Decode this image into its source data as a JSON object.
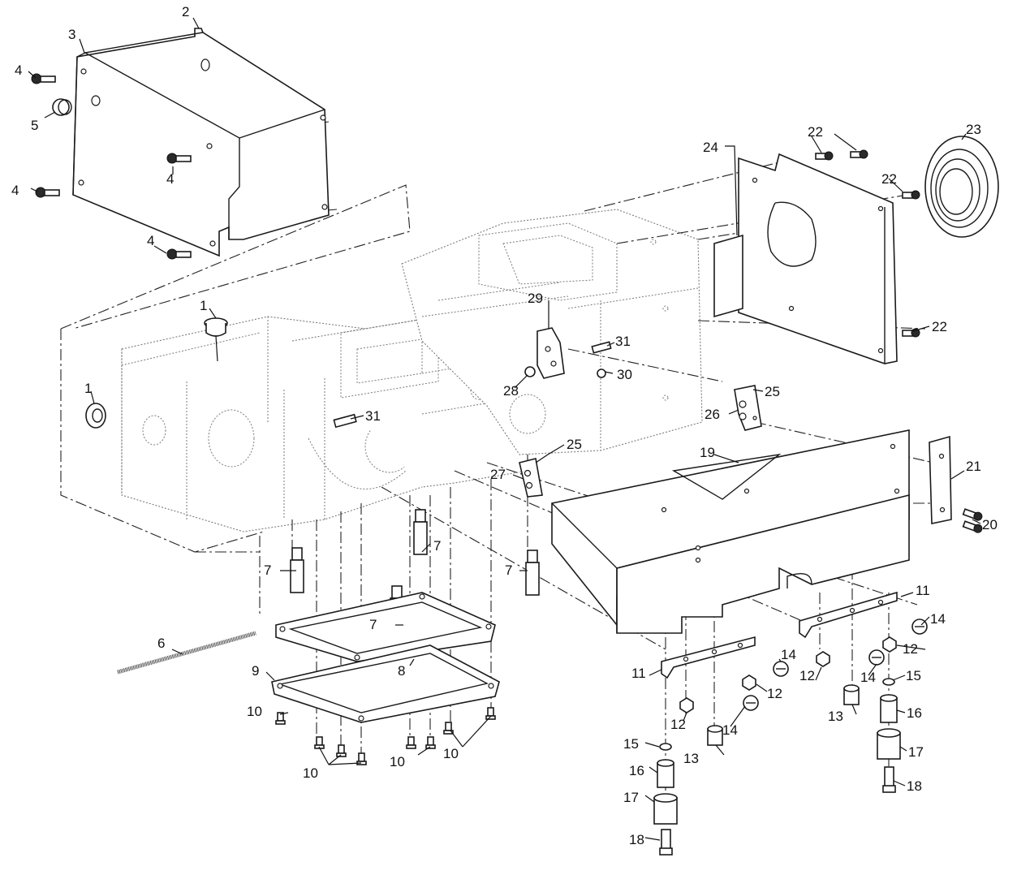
{
  "callouts": [
    {
      "key": "p2",
      "text": "2"
    },
    {
      "key": "p3",
      "text": "3"
    },
    {
      "key": "p4a",
      "text": "4"
    },
    {
      "key": "p4b",
      "text": "4"
    },
    {
      "key": "p4c",
      "text": "4"
    },
    {
      "key": "p4d",
      "text": "4"
    },
    {
      "key": "p5",
      "text": "5"
    },
    {
      "key": "p1a",
      "text": "1"
    },
    {
      "key": "p1b",
      "text": "1"
    },
    {
      "key": "p6",
      "text": "6"
    },
    {
      "key": "p7a",
      "text": "7"
    },
    {
      "key": "p7b",
      "text": "7"
    },
    {
      "key": "p7c",
      "text": "7"
    },
    {
      "key": "p7d",
      "text": "7"
    },
    {
      "key": "p8",
      "text": "8"
    },
    {
      "key": "p9",
      "text": "9"
    },
    {
      "key": "p10a",
      "text": "10"
    },
    {
      "key": "p10b",
      "text": "10"
    },
    {
      "key": "p10c",
      "text": "10"
    },
    {
      "key": "p10d",
      "text": "10"
    },
    {
      "key": "p11a",
      "text": "11"
    },
    {
      "key": "p11b",
      "text": "11"
    },
    {
      "key": "p12a",
      "text": "12"
    },
    {
      "key": "p12b",
      "text": "12"
    },
    {
      "key": "p12c",
      "text": "12"
    },
    {
      "key": "p12d",
      "text": "12"
    },
    {
      "key": "p13a",
      "text": "13"
    },
    {
      "key": "p13b",
      "text": "13"
    },
    {
      "key": "p14a",
      "text": "14"
    },
    {
      "key": "p14b",
      "text": "14"
    },
    {
      "key": "p14c",
      "text": "14"
    },
    {
      "key": "p14d",
      "text": "14"
    },
    {
      "key": "p15a",
      "text": "15"
    },
    {
      "key": "p15b",
      "text": "15"
    },
    {
      "key": "p16a",
      "text": "16"
    },
    {
      "key": "p16b",
      "text": "16"
    },
    {
      "key": "p17a",
      "text": "17"
    },
    {
      "key": "p17b",
      "text": "17"
    },
    {
      "key": "p18a",
      "text": "18"
    },
    {
      "key": "p18b",
      "text": "18"
    },
    {
      "key": "p19",
      "text": "19"
    },
    {
      "key": "p20",
      "text": "20"
    },
    {
      "key": "p21",
      "text": "21"
    },
    {
      "key": "p22a",
      "text": "22"
    },
    {
      "key": "p22b",
      "text": "22"
    },
    {
      "key": "p22c",
      "text": "22"
    },
    {
      "key": "p23",
      "text": "23"
    },
    {
      "key": "p24",
      "text": "24"
    },
    {
      "key": "p25a",
      "text": "25"
    },
    {
      "key": "p25b",
      "text": "25"
    },
    {
      "key": "p26",
      "text": "26"
    },
    {
      "key": "p27",
      "text": "27"
    },
    {
      "key": "p28",
      "text": "28"
    },
    {
      "key": "p29",
      "text": "29"
    },
    {
      "key": "p30",
      "text": "30"
    },
    {
      "key": "p31a",
      "text": "31"
    },
    {
      "key": "p31b",
      "text": "31"
    }
  ]
}
